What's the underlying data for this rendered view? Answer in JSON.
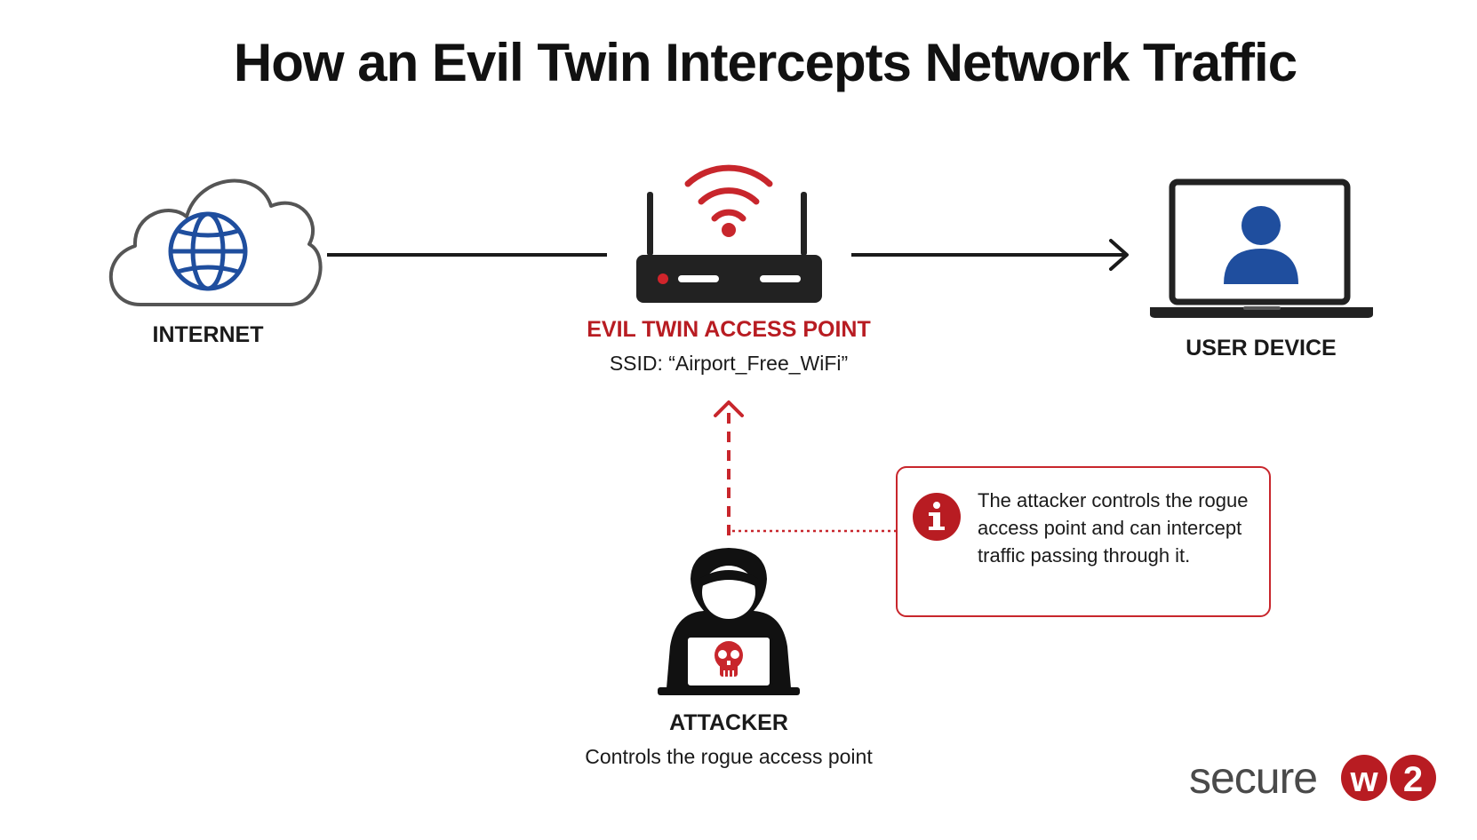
{
  "title": "How an Evil Twin Intercepts Network Traffic",
  "nodes": {
    "internet": {
      "label": "INTERNET"
    },
    "evil_twin": {
      "label": "EVIL TWIN ACCESS POINT",
      "ssid": "SSID: “Airport_Free_WiFi”"
    },
    "user_device": {
      "label": "USER DEVICE"
    },
    "attacker": {
      "label": "ATTACKER",
      "caption": "Controls the rogue access point"
    }
  },
  "info_box": {
    "icon": "info-icon",
    "text": "The attacker controls the rogue access point and can intercept traffic passing through it."
  },
  "logo": {
    "text": "secure",
    "badge_letter": "w",
    "badge_number": "2"
  },
  "colors": {
    "accent_red": "#b81c22",
    "user_blue": "#1f4e9e",
    "dark": "#222222"
  }
}
